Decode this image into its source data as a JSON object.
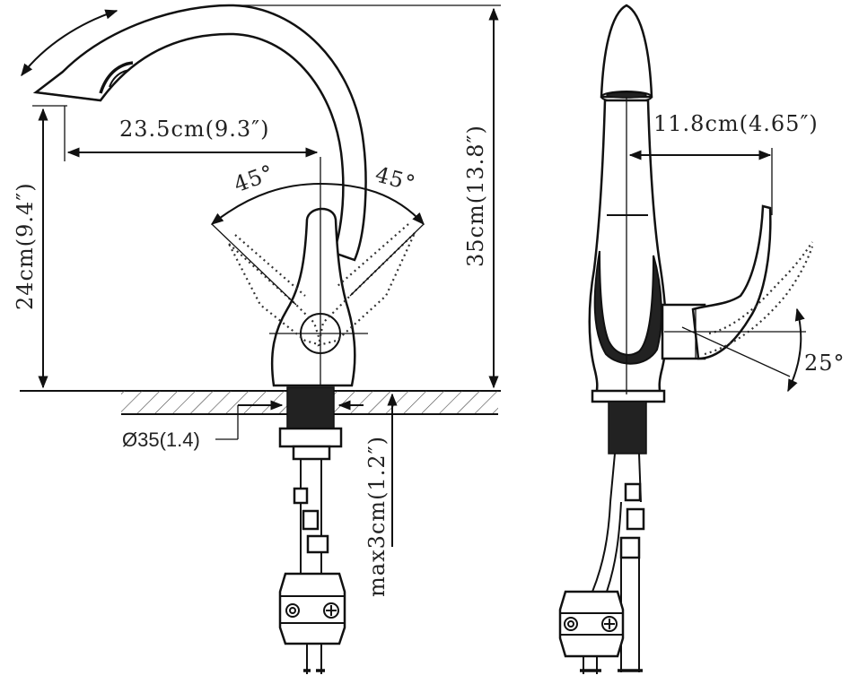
{
  "front_view": {
    "reach_label": "23.5cm(9.3″)",
    "angle_left_label": "45°",
    "angle_right_label": "45°",
    "total_height_label": "35cm(13.8″)",
    "spout_height_label": "24cm(9.4″)",
    "hole_diameter_label": "Ø35(1.4)",
    "deck_thickness_label": "max3cm(1.2″)"
  },
  "side_view": {
    "handle_reach_label": "11.8cm(4.65″)",
    "handle_angle_label": "25°"
  }
}
